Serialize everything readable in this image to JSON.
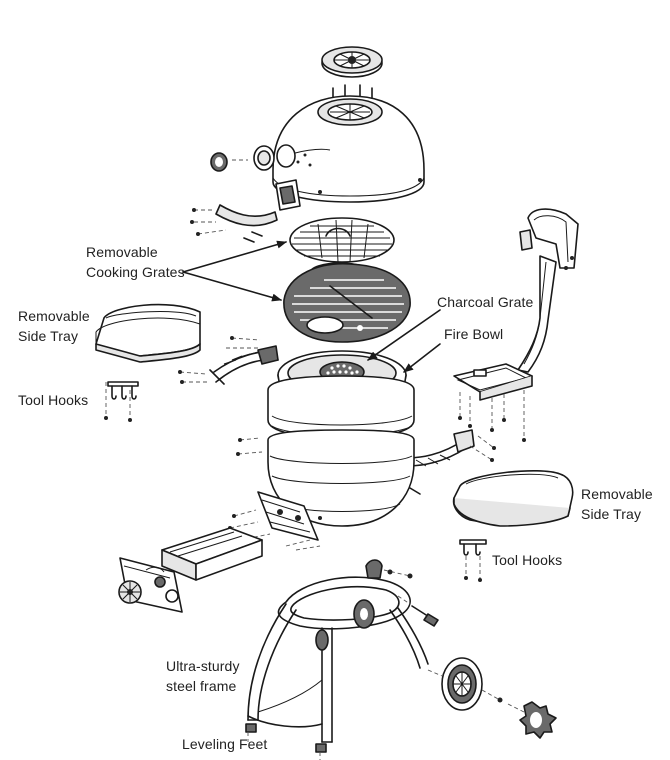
{
  "labels": {
    "cooking_grates_line1": "Removable",
    "cooking_grates_line2": "Cooking Grates",
    "side_tray_left_line1": "Removable",
    "side_tray_left_line2": "Side Tray",
    "tool_hooks_left": "Tool Hooks",
    "charcoal_grate": "Charcoal Grate",
    "fire_bowl": "Fire Bowl",
    "side_tray_right_line1": "Removable",
    "side_tray_right_line2": "Side Tray",
    "tool_hooks_right": "Tool Hooks",
    "frame_line1": "Ultra-sturdy",
    "frame_line2": "steel frame",
    "leveling_feet": "Leveling Feet"
  },
  "colors": {
    "line": "#1a1a1a",
    "label_text": "#222222",
    "background": "#ffffff"
  }
}
